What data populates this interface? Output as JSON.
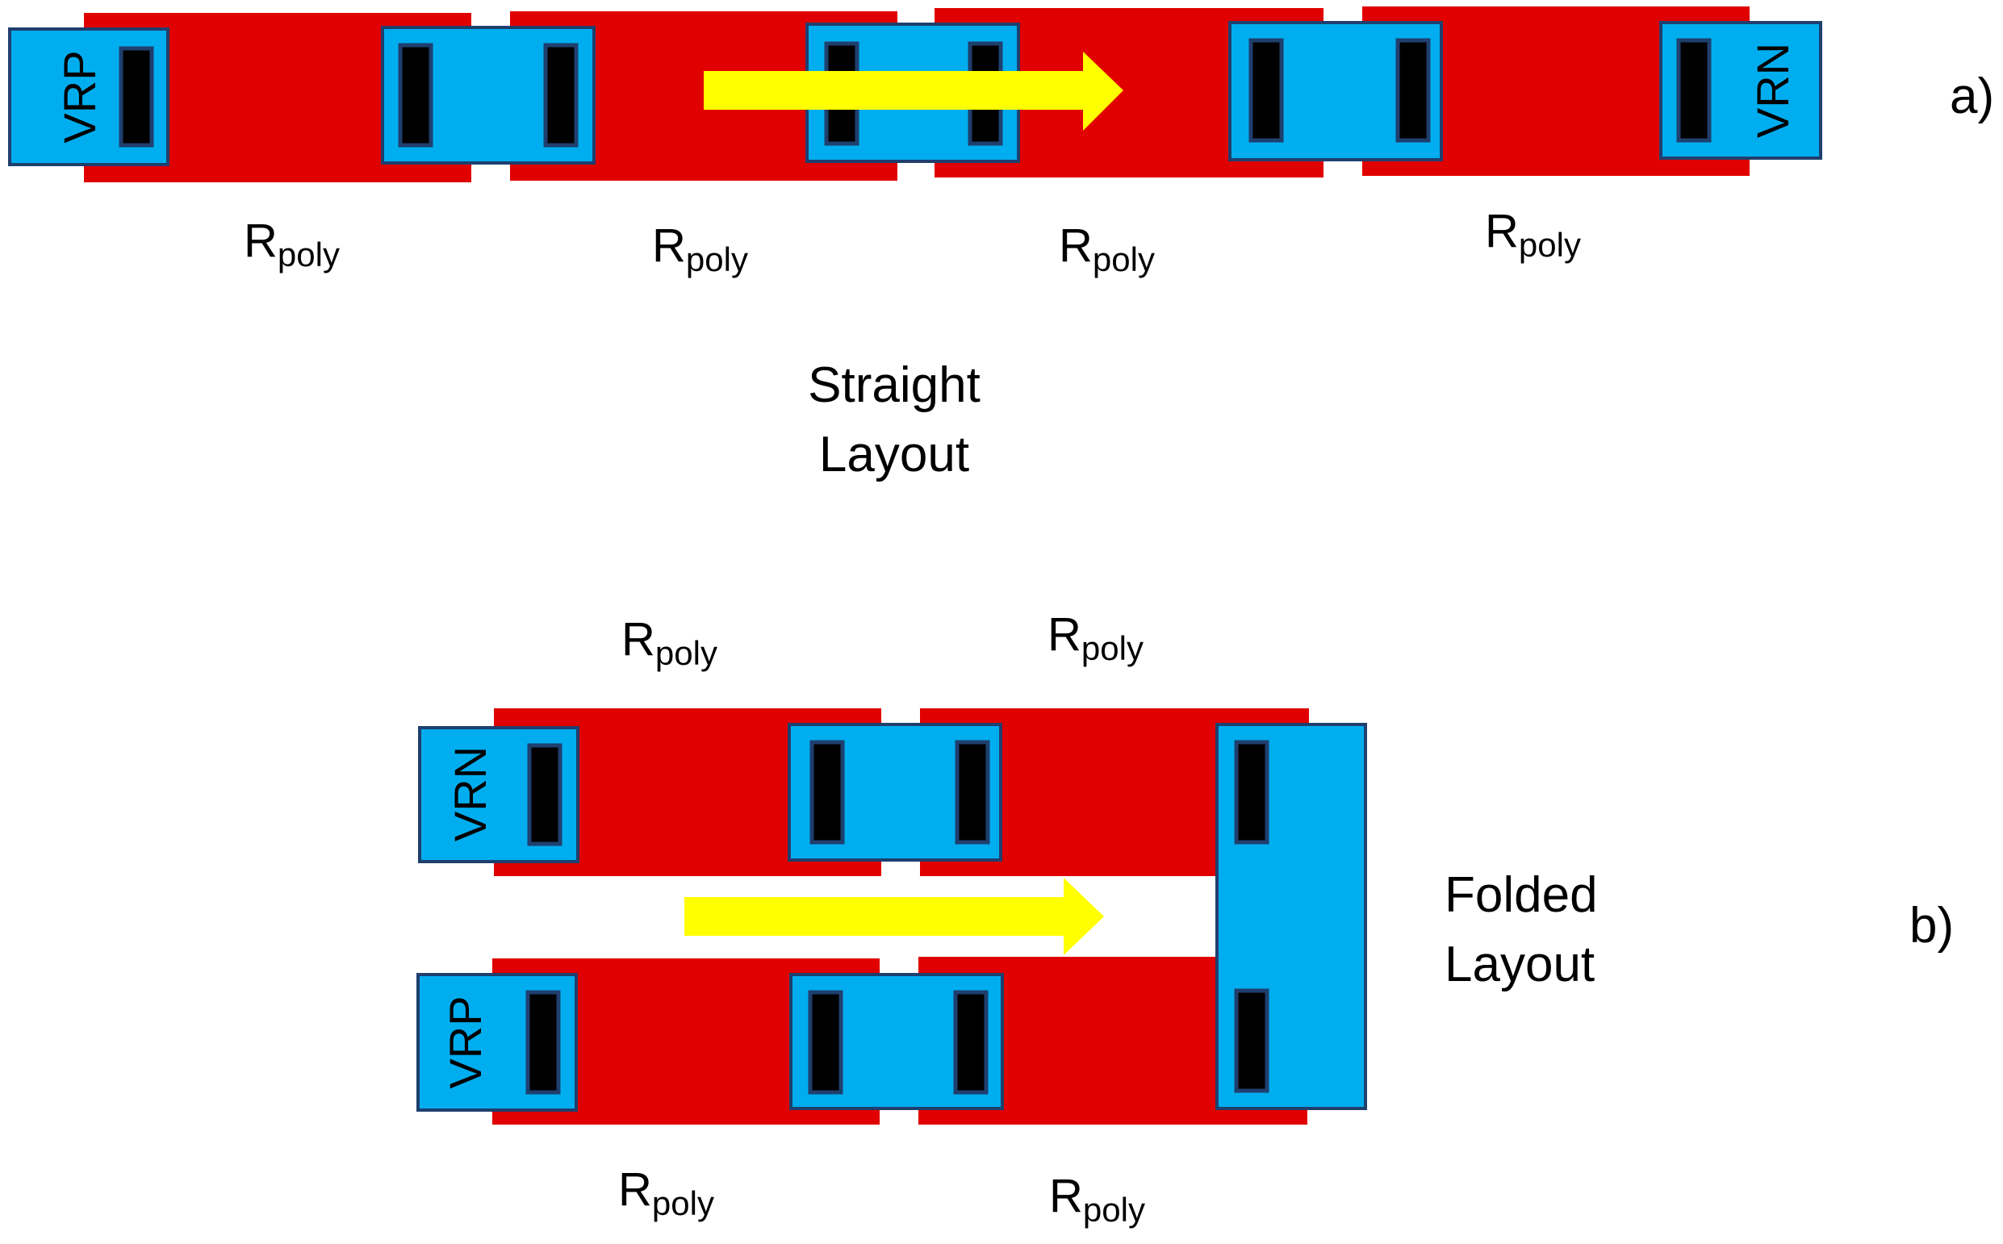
{
  "colors": {
    "poly": "#e00000",
    "pad": "#00aeef",
    "pad_border": "#1f3f6e",
    "contact": "#000000",
    "contact_border": "#1f3f6e",
    "arrow": "#ffff00"
  },
  "resistor_label": {
    "main": "R",
    "sub": "poly"
  },
  "panel_a": {
    "tag": "a)",
    "caption_line1": "Straight",
    "caption_line2": "Layout",
    "left_terminal": "VRP",
    "right_terminal": "VRN"
  },
  "panel_b": {
    "tag": "b)",
    "caption_line1": "Folded",
    "caption_line2": "Layout",
    "top_terminal": "VRN",
    "bottom_terminal": "VRP"
  }
}
